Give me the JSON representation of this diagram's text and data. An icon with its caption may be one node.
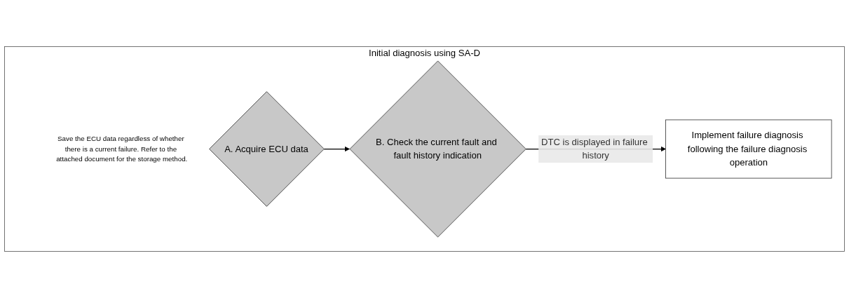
{
  "diagram": {
    "nodes": [
      {
        "text": [
          "Initial diagnosis using SA-D"
        ]
      },
      {
        "text": [
          "A. Acquire ECU data"
        ],
        "in": 0,
        "beside": [
          "Save the ECU data regardless of whether there is a current failure. Refer to the attached document for the storage method."
        ]
      },
      {
        "text": [
          "B. Check the current fault and fault history indication"
        ],
        "in": 0
      },
      {
        "text": [
          "Implement failure diagnosis following the failure diagnosis operation"
        ],
        "in": 0
      }
    ],
    "edges": [
      {
        "from": 1,
        "to": 2,
        "arrow": "to"
      },
      {
        "from": 2,
        "to": 3,
        "arrow": "to",
        "label": "DTC is displayed in failure history"
      }
    ]
  }
}
